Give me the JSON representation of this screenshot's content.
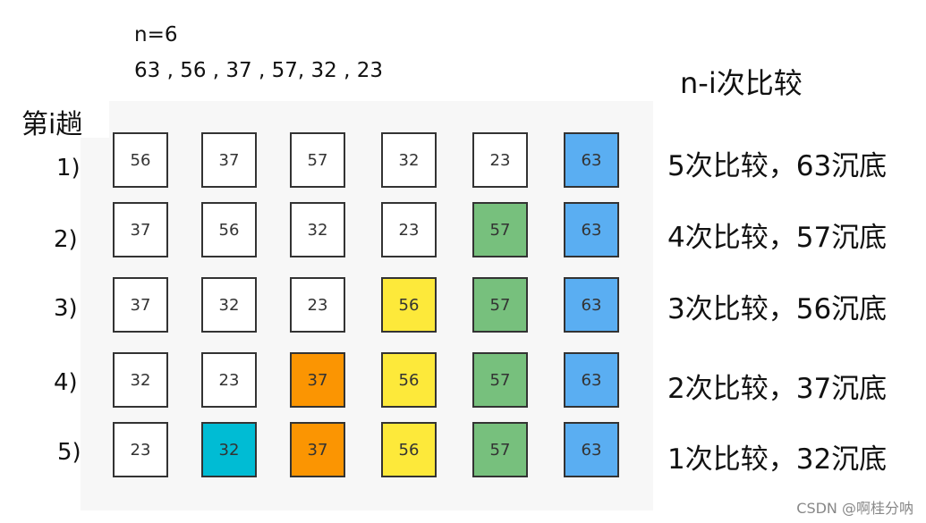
{
  "header": {
    "n_label": "n=6",
    "sequence": "63 , 56 , 37 , 57, 32 , 23",
    "comparisons_header": "n-i次比较",
    "pass_header": "第i趟"
  },
  "colors": {
    "white": "#ffffff",
    "blue": "#5aaef2",
    "green": "#77c07d",
    "yellow": "#fde93a",
    "orange": "#fb9502",
    "cyan": "#00bcd4"
  },
  "rows": [
    {
      "label": "1)",
      "cells": [
        {
          "value": "56",
          "color": "#ffffff"
        },
        {
          "value": "37",
          "color": "#ffffff"
        },
        {
          "value": "57",
          "color": "#ffffff"
        },
        {
          "value": "32",
          "color": "#ffffff"
        },
        {
          "value": "23",
          "color": "#ffffff"
        },
        {
          "value": "63",
          "color": "#5aaef2"
        }
      ],
      "description": "5次比较，63沉底"
    },
    {
      "label": "2)",
      "cells": [
        {
          "value": "37",
          "color": "#ffffff"
        },
        {
          "value": "56",
          "color": "#ffffff"
        },
        {
          "value": "32",
          "color": "#ffffff"
        },
        {
          "value": "23",
          "color": "#ffffff"
        },
        {
          "value": "57",
          "color": "#77c07d"
        },
        {
          "value": "63",
          "color": "#5aaef2"
        }
      ],
      "description": "4次比较，57沉底"
    },
    {
      "label": "3)",
      "cells": [
        {
          "value": "37",
          "color": "#ffffff"
        },
        {
          "value": "32",
          "color": "#ffffff"
        },
        {
          "value": "23",
          "color": "#ffffff"
        },
        {
          "value": "56",
          "color": "#fde93a"
        },
        {
          "value": "57",
          "color": "#77c07d"
        },
        {
          "value": "63",
          "color": "#5aaef2"
        }
      ],
      "description": "3次比较，56沉底"
    },
    {
      "label": "4)",
      "cells": [
        {
          "value": "32",
          "color": "#ffffff"
        },
        {
          "value": "23",
          "color": "#ffffff"
        },
        {
          "value": "37",
          "color": "#fb9502"
        },
        {
          "value": "56",
          "color": "#fde93a"
        },
        {
          "value": "57",
          "color": "#77c07d"
        },
        {
          "value": "63",
          "color": "#5aaef2"
        }
      ],
      "description": "2次比较，37沉底"
    },
    {
      "label": "5)",
      "cells": [
        {
          "value": "23",
          "color": "#ffffff"
        },
        {
          "value": "32",
          "color": "#00bcd4"
        },
        {
          "value": "37",
          "color": "#fb9502"
        },
        {
          "value": "56",
          "color": "#fde93a"
        },
        {
          "value": "57",
          "color": "#77c07d"
        },
        {
          "value": "63",
          "color": "#5aaef2"
        }
      ],
      "description": "1次比较，32沉底"
    }
  ],
  "watermark": "CSDN @啊桂分呐"
}
